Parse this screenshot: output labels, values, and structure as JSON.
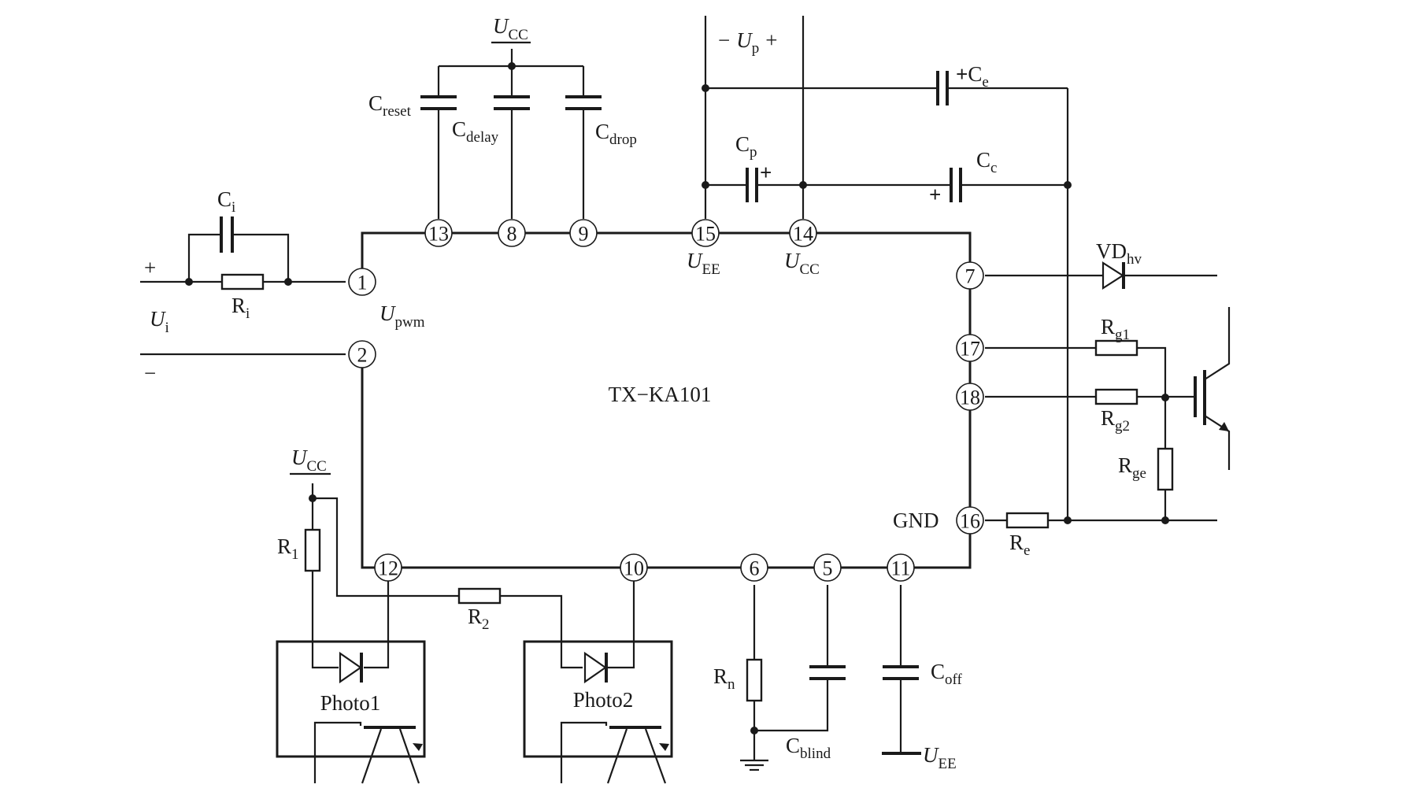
{
  "chip": {
    "name": "TX−KA101"
  },
  "supply_main": "U",
  "supply_main_sub": "CC",
  "supply_neg": "U",
  "supply_neg_sub": "EE",
  "up_minus": "−",
  "up_main": "U",
  "up_sub": "p",
  "up_plus": "+",
  "input": {
    "plus": "+",
    "minus": "−",
    "main": "U",
    "sub": "i",
    "upwm_main": "U",
    "upwm_sub": "pwm"
  },
  "pins": [
    "1",
    "2",
    "13",
    "8",
    "9",
    "15",
    "14",
    "7",
    "17",
    "18",
    "16",
    "12",
    "10",
    "6",
    "5",
    "11"
  ],
  "gnd": "GND",
  "components": {
    "ci": {
      "main": "C",
      "sub": "i"
    },
    "ri": {
      "main": "R",
      "sub": "i"
    },
    "creset": {
      "main": "C",
      "sub": "reset"
    },
    "cdelay": {
      "main": "C",
      "sub": "delay"
    },
    "cdrop": {
      "main": "C",
      "sub": "drop"
    },
    "ce": {
      "main": "C",
      "sub": "e",
      "pol": "+"
    },
    "cp": {
      "main": "C",
      "sub": "p",
      "pol": "+"
    },
    "cc": {
      "main": "C",
      "sub": "c",
      "pol": "+"
    },
    "vdhv": {
      "main": "VD",
      "sub": "hv"
    },
    "rg1": {
      "main": "R",
      "sub": "g1"
    },
    "rg2": {
      "main": "R",
      "sub": "g2"
    },
    "rge": {
      "main": "R",
      "sub": "ge"
    },
    "re": {
      "main": "R",
      "sub": "e"
    },
    "r1": {
      "main": "R",
      "sub": "1"
    },
    "r2": {
      "main": "R",
      "sub": "2"
    },
    "rn": {
      "main": "R",
      "sub": "n"
    },
    "cblind": {
      "main": "C",
      "sub": "blind"
    },
    "coff": {
      "main": "C",
      "sub": "off"
    }
  },
  "photo1": "Photo1",
  "photo2": "Photo2",
  "colors": {
    "ink": "#1a1a1a",
    "background": "#ffffff"
  }
}
